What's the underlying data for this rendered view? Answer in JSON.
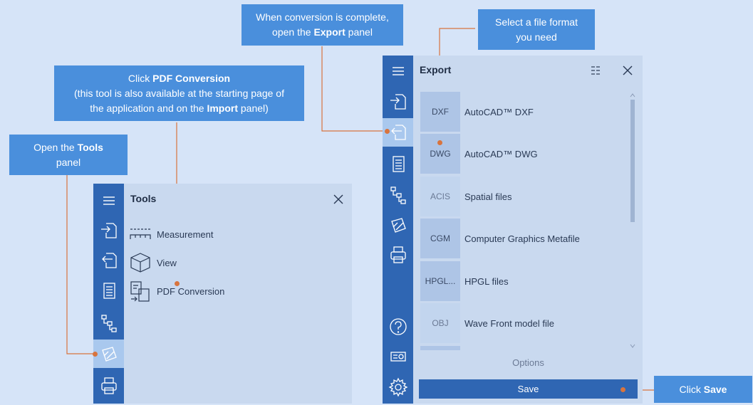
{
  "callouts": {
    "export_panel": {
      "pre": "When conversion is complete,",
      "pre2": "open the ",
      "bold": "Export",
      "post": " panel"
    },
    "file_format": {
      "line1": "Select a file format",
      "line2": "you need"
    },
    "pdf_conversion": {
      "pre": "Click ",
      "bold": "PDF Conversion",
      "line2": "(this tool is also available at the starting page of",
      "line3_pre": "the application and on the ",
      "line3_bold": "Import",
      "line3_post": " panel)"
    },
    "tools_panel": {
      "pre": "Open the ",
      "bold": "Tools",
      "line2": "panel"
    },
    "save": {
      "pre": "Click ",
      "bold": "Save"
    }
  },
  "tools_panel": {
    "title": "Tools",
    "items": [
      {
        "label": "Measurement",
        "icon": "ruler-icon"
      },
      {
        "label": "View",
        "icon": "cube-icon"
      },
      {
        "label": "PDF Conversion",
        "icon": "pdf-conversion-icon"
      }
    ]
  },
  "export_panel": {
    "title": "Export",
    "formats": [
      {
        "badge": "DXF",
        "label": "AutoCAD™ DXF"
      },
      {
        "badge": "DWG",
        "label": "AutoCAD™ DWG"
      },
      {
        "badge": "ACIS",
        "label": "Spatial files"
      },
      {
        "badge": "CGM",
        "label": "Computer Graphics Metafile"
      },
      {
        "badge": "HPGL...",
        "label": "HPGL files"
      },
      {
        "badge": "OBJ",
        "label": "Wave Front model file"
      }
    ],
    "options_label": "Options",
    "save_label": "Save"
  },
  "colors": {
    "accent": "#2f66b3",
    "callout": "#4a8fdc",
    "connector": "#d8743e",
    "panel": "#c9d9ef",
    "background": "#d6e4f8"
  }
}
